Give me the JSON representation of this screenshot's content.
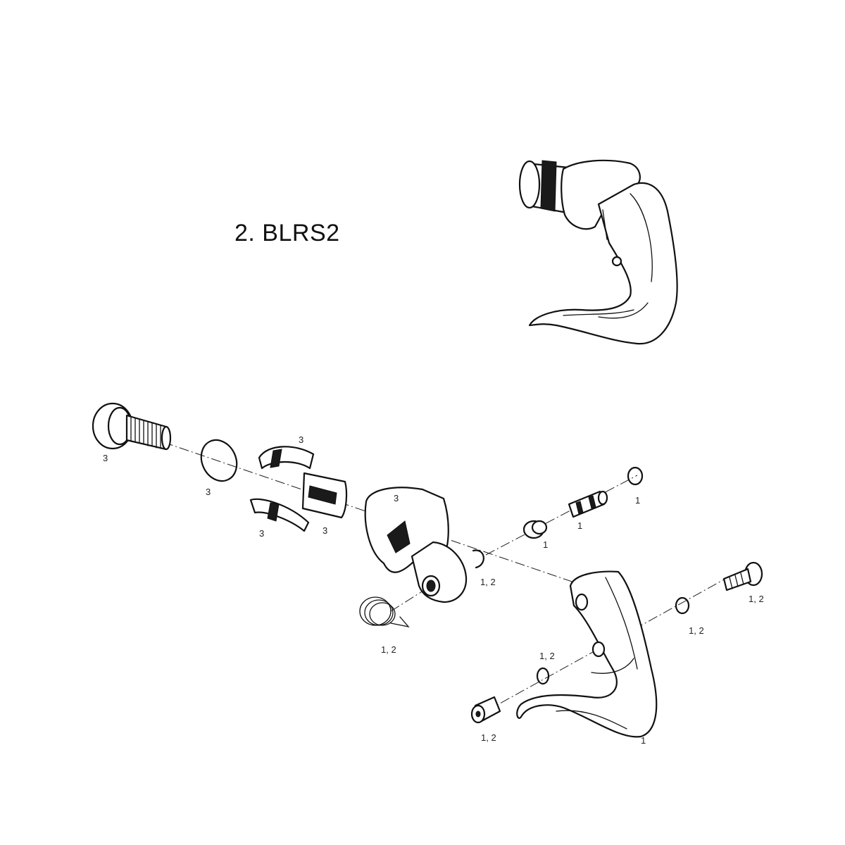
{
  "title": "2. BLRS2",
  "callouts": {
    "bolt": "3",
    "oring": "3",
    "shim_top": "3",
    "shim_bottom_left": "3",
    "shim_bottom_right": "3",
    "clamp_body": "3",
    "spring": "1, 2",
    "clip": "1, 2",
    "bushing": "1",
    "barrel_adjuster": "1",
    "end_washer": "1",
    "lever": "1",
    "pivot_screw": "1, 2",
    "washer_right": "1, 2",
    "washer_left": "1, 2",
    "pivot_nut": "1, 2"
  }
}
